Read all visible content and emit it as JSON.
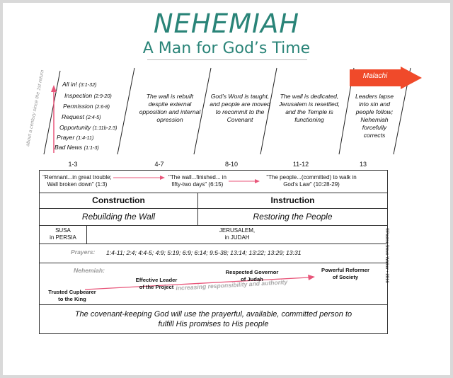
{
  "header": {
    "title": "NEHEMIAH",
    "subtitle": "A Man for God’s Time"
  },
  "stairs": {
    "side_label": "about a century since the 1st return",
    "items": [
      {
        "label": "All in!",
        "ref": "(3:1-32)"
      },
      {
        "label": "Inspection",
        "ref": "(2:9-20)"
      },
      {
        "label": "Permission",
        "ref": "(2:6-8)"
      },
      {
        "label": "Request",
        "ref": "(2:4-5)"
      },
      {
        "label": "Opportunity",
        "ref": "(1:11b-2:3)"
      },
      {
        "label": "Prayer",
        "ref": "(1:4-11)"
      },
      {
        "label": "Bad News",
        "ref": "(1:1-3)"
      }
    ]
  },
  "malachi": "Malachi",
  "boxes": [
    "The wall is rebuilt despite external opposition and internal opression",
    "God’s Word is taught, and people are moved to recommit to the Covenant",
    "The wall is dedicated, Jerusalem is resettled, and the Temple is functioning",
    "Leaders lapse into sin and people follow; Nehemiah forcefully corrects"
  ],
  "chapters": [
    "1-3",
    "4-7",
    "8-10",
    "11-12",
    "13"
  ],
  "quotes": [
    "\"Remnant...in great trouble; Wall broken down\" (1:3)",
    "\"The wall...finished... in fifty-two days\" (6:15)",
    "\"The people...(committed) to walk in God’s Law\" (10:28-29)"
  ],
  "sections": {
    "left": "Construction",
    "right": "Instruction"
  },
  "themes": {
    "left": "Rebuilding the Wall",
    "right": "Restoring the People"
  },
  "locations": {
    "left_line1": "SUSA",
    "left_line2": "in PERSIA",
    "right_line1": "JERUSALEM,",
    "right_line2": "in JUDAH"
  },
  "prayers": {
    "label": "Prayers:",
    "refs": "1:4-11; 2:4; 4:4-5; 4:9; 5:19; 6:9; 6:14; 9:5-38; 13:14; 13:22; 13:29; 13:31"
  },
  "nehemiah": {
    "label": "Nehemiah:",
    "roles": [
      {
        "line1": "Trusted Cupbearer",
        "line2": "to the King"
      },
      {
        "line1": "Effective Leader",
        "line2": "of the Project"
      },
      {
        "line1": "Respected Governor",
        "line2": "of Judah"
      },
      {
        "line1": "Powerful Reformer",
        "line2": "of Society"
      }
    ],
    "arrow_label": "increasing responsibility and authority"
  },
  "summary": "The covenant-keeping God will use the prayerful, available, committed person to fulfill His promises to His people",
  "copyright": "©Pastor Steve Walker • 2016",
  "colors": {
    "title": "#2a8478",
    "arrow": "#e8567a",
    "malachi": "#f04a2a"
  }
}
